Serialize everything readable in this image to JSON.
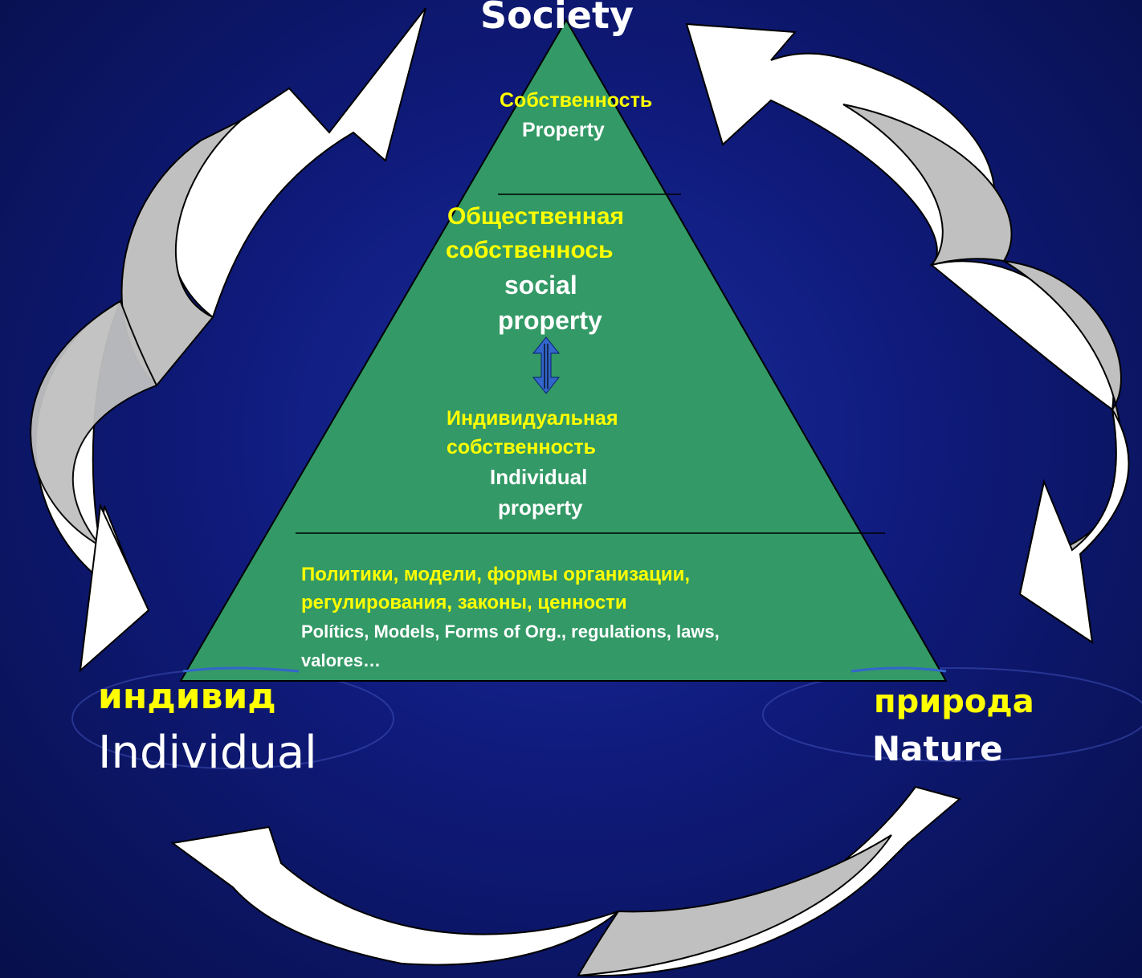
{
  "pyramid": {
    "apex_label": "Society",
    "top": {
      "ru": "Собственность",
      "en": "Property"
    },
    "middle_upper": {
      "ru_line1": "Общественная",
      "ru_line2": "собственнось",
      "en_line1": "social",
      "en_line2": "property"
    },
    "middle_lower": {
      "ru_line1": "Индивидуальная",
      "ru_line2": "собственность",
      "en_line1": "Individual",
      "en_line2": "property"
    },
    "base": {
      "ru_line1": "Политики, модели, формы организации,",
      "ru_line2": "регулирования, законы, ценности",
      "en_line1": "Polítics, Models, Forms of  Org.,  regulations, laws,",
      "en_line2": "valores…"
    }
  },
  "corners": {
    "individual": {
      "ru": "индивид",
      "en": "Individual"
    },
    "nature": {
      "ru": "природа",
      "en": "Nature"
    }
  },
  "colors": {
    "background": "#0f1a7a",
    "pyramid_fill": "#339966",
    "russian_text": "#ffff00",
    "english_text": "#ffffff",
    "arrow_fill_light": "#ffffff",
    "arrow_fill_shade": "#c0c0c0",
    "double_arrow": "#3366cc"
  }
}
